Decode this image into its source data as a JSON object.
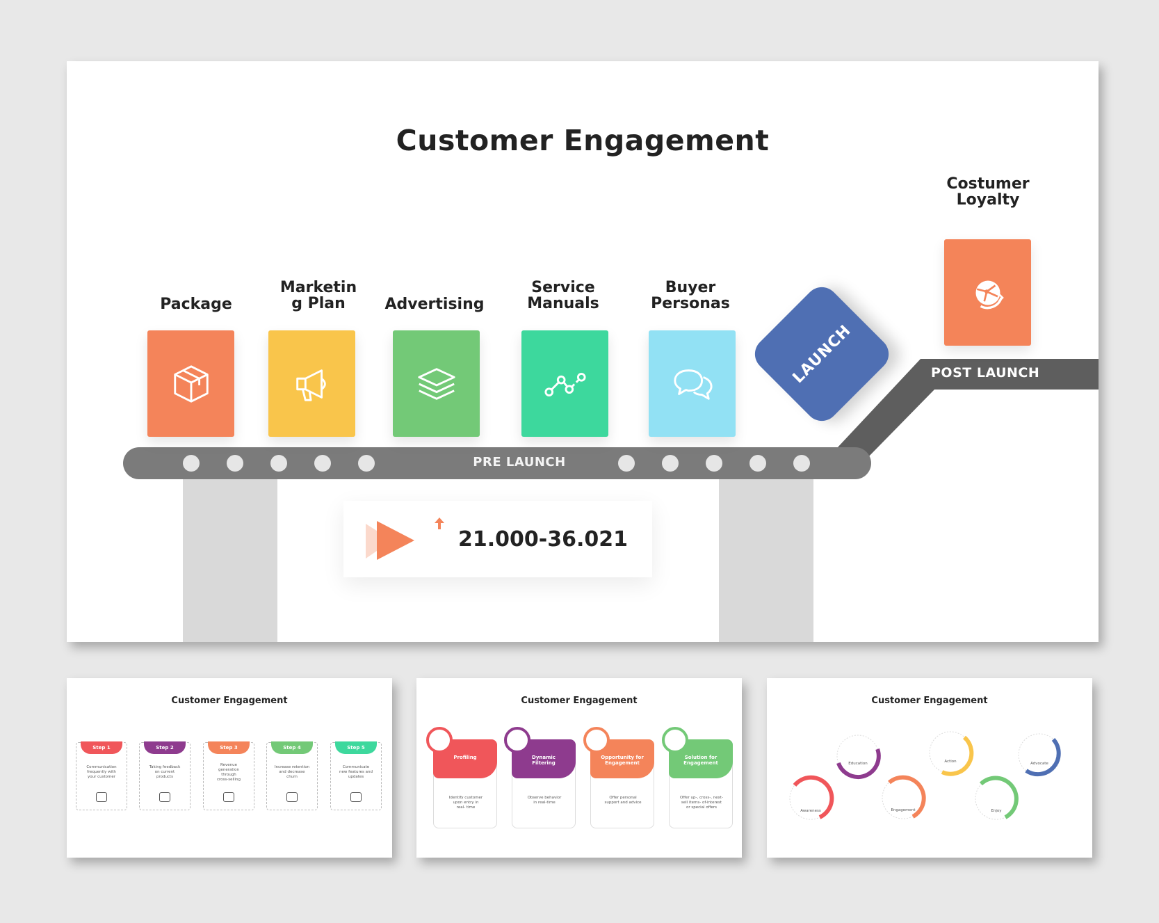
{
  "main": {
    "title": "Customer Engagement",
    "steps": [
      {
        "label": "Package",
        "color": "#f4845a",
        "icon": "package-icon"
      },
      {
        "label": "Marketin\ng Plan",
        "color": "#f9c54b",
        "icon": "megaphone-icon"
      },
      {
        "label": "Advertising",
        "color": "#73c977",
        "icon": "layers-icon"
      },
      {
        "label": "Service\nManuals",
        "color": "#3dd89d",
        "icon": "line-chart-icon"
      },
      {
        "label": "Buyer\nPersonas",
        "color": "#92e1f4",
        "icon": "chat-bubbles-icon"
      }
    ],
    "pre_launch_label": "PRE LAUNCH",
    "launch_label": "LAUNCH",
    "launch_color": "#4f6fb3",
    "post_launch_label": "POST LAUNCH",
    "loyalty": {
      "label": "Costumer\nLoyalty",
      "color": "#f48459",
      "icon": "globe-icon"
    },
    "stat": {
      "value": "21.000-36.021",
      "icon": "play-arrow-icon",
      "arrow_icon": "up-arrow-icon"
    }
  },
  "thumb1": {
    "title": "Customer Engagement",
    "steps": [
      {
        "tab": "Step 1",
        "color": "#f0565a",
        "text": "Communication\nfrequently with\nyour customer",
        "icon": "chat-icon"
      },
      {
        "tab": "Step 2",
        "color": "#8e3b8e",
        "text": "Taking feedback\non current\nproducts",
        "icon": "feedback-icon"
      },
      {
        "tab": "Step 3",
        "color": "#f4845a",
        "text": "Revenue\ngeneration\nthrough\ncross-selling",
        "icon": "chart-icon"
      },
      {
        "tab": "Step 4",
        "color": "#73c977",
        "text": "Increase retention\nand decrease\nchurn",
        "icon": "users-icon"
      },
      {
        "tab": "Step 5",
        "color": "#3dd89d",
        "text": "Communicate\nnew features and\nupdates",
        "icon": "team-icon"
      }
    ]
  },
  "thumb2": {
    "title": "Customer Engagement",
    "cards": [
      {
        "head": "Profiling",
        "color": "#f0565a",
        "text": "Identify customer\nupon entry in\nreal- time",
        "icon": "user-icon"
      },
      {
        "head": "Dynamic\nFiltering",
        "color": "#8e3b8e",
        "text": "Observe behavior\nin real-time",
        "icon": "gear-icon"
      },
      {
        "head": "Opportunity for\nEngagement",
        "color": "#f4845a",
        "text": "Offer personal\nsupport and advice",
        "icon": "hand-icon"
      },
      {
        "head": "Solution for\nEngagement",
        "color": "#73c977",
        "text": "Offer up-, cross-, next-\nsell items- of-interest\nor special offers",
        "icon": "bulb-icon"
      }
    ]
  },
  "thumb3": {
    "title": "Customer Engagement",
    "stages": [
      {
        "label": "Awareness",
        "color": "#f0565a",
        "icon": "megaphone-icon"
      },
      {
        "label": "Education",
        "color": "#8e3b8e",
        "icon": "graduation-cap-icon"
      },
      {
        "label": "Engagement",
        "color": "#f4845a",
        "icon": "handshake-icon"
      },
      {
        "label": "Action",
        "color": "#f9c54b",
        "icon": "pointer-hand-icon"
      },
      {
        "label": "Enjoy",
        "color": "#73c977",
        "icon": "celebrate-icon"
      },
      {
        "label": "Advocate",
        "color": "#4f6fb3",
        "icon": "trophy-icon"
      }
    ]
  }
}
